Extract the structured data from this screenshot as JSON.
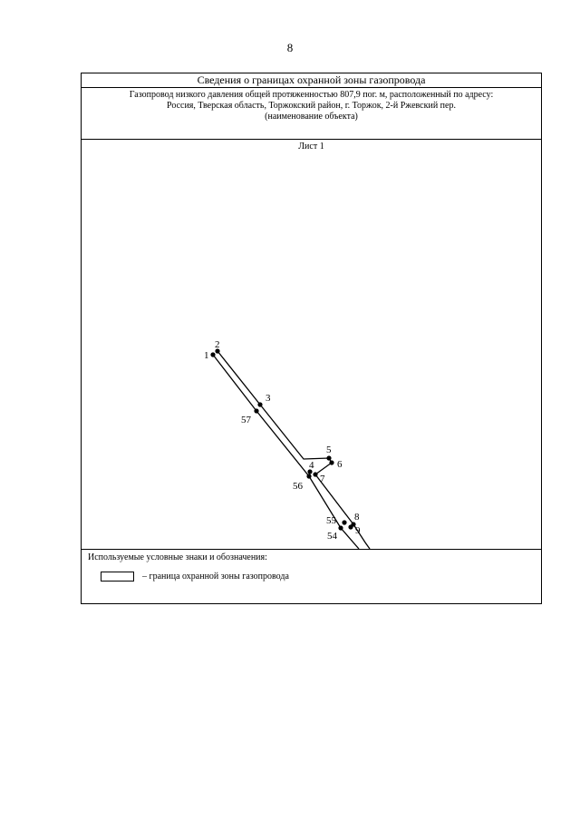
{
  "page_number": "8",
  "title": "Сведения о границах охранной зоны газопровода",
  "object": {
    "line1": "Газопровод низкого давления общей протяженностью 807,9 пог. м, расположенный по адресу:",
    "line2": "Россия, Тверская область, Торжокский район, г. Торжок, 2-й Ржевский пер.",
    "line3": "(наименование объекта)"
  },
  "sheet_label": "Лист 1",
  "points": [
    {
      "label": "1"
    },
    {
      "label": "2"
    },
    {
      "label": "3"
    },
    {
      "label": "57"
    },
    {
      "label": "4"
    },
    {
      "label": "5"
    },
    {
      "label": "6"
    },
    {
      "label": "7"
    },
    {
      "label": "56"
    },
    {
      "label": "8"
    },
    {
      "label": "55"
    },
    {
      "label": "9"
    },
    {
      "label": "54"
    }
  ],
  "legend": {
    "title": "Используемые условные знаки и обозначения:",
    "item": "– граница охранной зоны газопровода"
  }
}
